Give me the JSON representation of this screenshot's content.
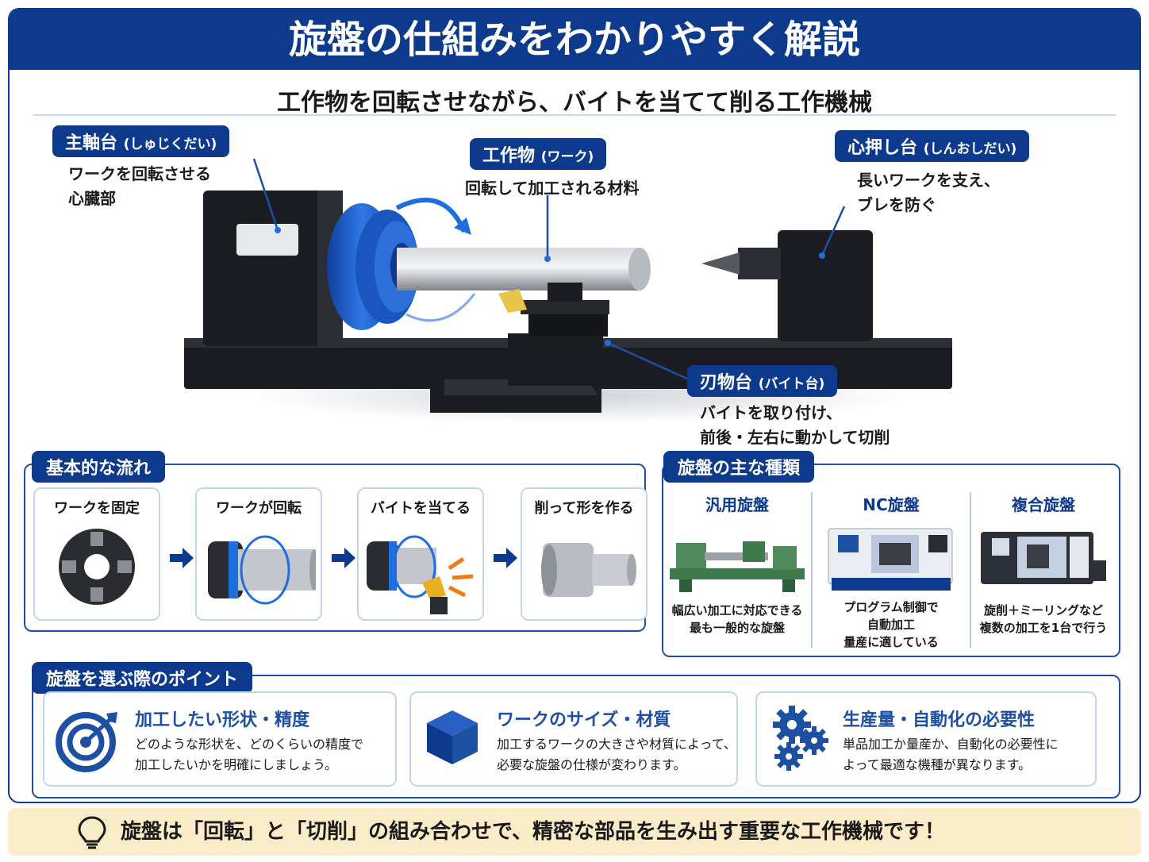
{
  "title": "旋盤の仕組みをわかりやすく解説",
  "subtitle": "工作物を回転させながら、バイトを当てて削る工作機械",
  "parts": {
    "headstock": {
      "name": "主軸台",
      "reading": "(しゅじくだい)",
      "desc1": "ワークを回転させる",
      "desc2": "心臓部"
    },
    "workpiece": {
      "name": "工作物",
      "reading": "(ワーク)",
      "desc1": "回転して加工される材料"
    },
    "tailstock": {
      "name": "心押し台",
      "reading": "(しんおしだい)",
      "desc1": "長いワークを支え、",
      "desc2": "ブレを防ぐ"
    },
    "toolpost": {
      "name": "刃物台",
      "reading": "(バイト台)",
      "desc1": "バイトを取り付け、",
      "desc2": "前後・左右に動かして切削"
    }
  },
  "flow": {
    "title": "基本的な流れ",
    "steps": [
      "ワークを固定",
      "ワークが回転",
      "バイトを当てる",
      "削って形を作る"
    ]
  },
  "types": {
    "title": "旋盤の主な種類",
    "items": [
      {
        "name": "汎用旋盤",
        "line1": "幅広い加工に対応できる",
        "line2": "最も一般的な旋盤",
        "line3": ""
      },
      {
        "name": "NC旋盤",
        "line1": "プログラム制御で",
        "line2": "自動加工",
        "line3": "量産に適している"
      },
      {
        "name": "複合旋盤",
        "line1": "旋削＋ミーリングなど",
        "line2": "複数の加工を1台で行う",
        "line3": ""
      }
    ]
  },
  "points": {
    "title": "旋盤を選ぶ際のポイント",
    "items": [
      {
        "heading": "加工したい形状・精度",
        "line1": "どのような形状を、どのくらいの精度で",
        "line2": "加工したいかを明確にしましょう。",
        "icon": "target-icon"
      },
      {
        "heading": "ワークのサイズ・材質",
        "line1": "加工するワークの大きさや材質によって、",
        "line2": "必要な旋盤の仕様が変わります。",
        "icon": "cube-icon"
      },
      {
        "heading": "生産量・自動化の必要性",
        "line1": "単品加工か量産か、自動化の必要性に",
        "line2": "よって最適な機種が異なります。",
        "icon": "gears-icon"
      }
    ]
  },
  "footer": {
    "text": "旋盤は「回転」と「切削」の組み合わせで、精密な部品を生み出す重要な工作機械です！",
    "icon": "lightbulb-icon"
  },
  "colors": {
    "primary": "#0d3a8c",
    "accent": "#1d6fe0",
    "machine": "#1c1d22",
    "banner": "#faecc8"
  }
}
